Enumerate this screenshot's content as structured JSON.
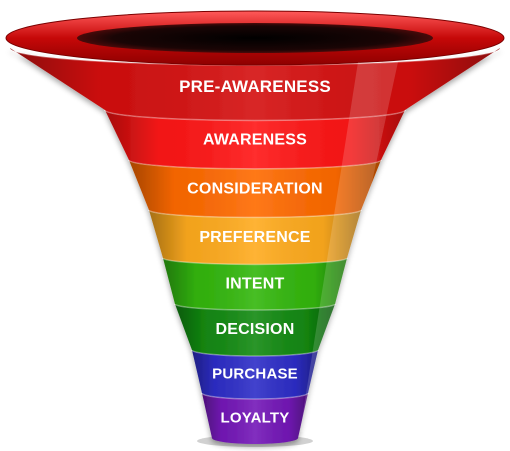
{
  "funnel": {
    "stages": [
      {
        "label": "PRE-AWARENESS",
        "color": "#d40f0f"
      },
      {
        "label": "AWARENESS",
        "color": "#ff1616"
      },
      {
        "label": "CONSIDERATION",
        "color": "#ff6a00"
      },
      {
        "label": "PREFERENCE",
        "color": "#ffab1e"
      },
      {
        "label": "INTENT",
        "color": "#33b70d"
      },
      {
        "label": "DECISION",
        "color": "#138a12"
      },
      {
        "label": "PURCHASE",
        "color": "#2e2ec8"
      },
      {
        "label": "LOYALTY",
        "color": "#7418b8"
      }
    ]
  }
}
